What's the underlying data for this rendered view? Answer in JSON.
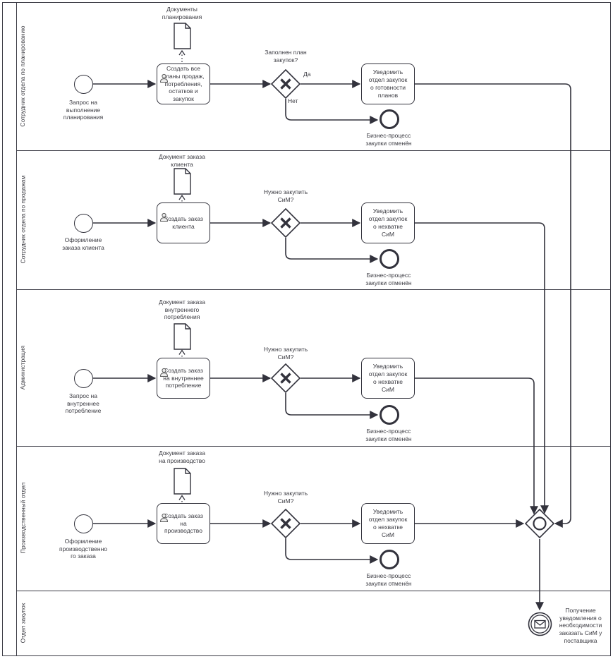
{
  "diagram_type": "BPMN swimlane process",
  "colors": {
    "stroke": "#32323c",
    "line": "#3a3a44",
    "text": "#3b3b42",
    "fill": "#ffffff"
  },
  "lanes": [
    {
      "name": "Сотрудник отдела по планированию",
      "start_event": "Запрос на\nвыполнение\nпланирования",
      "document": "Документы\nпланирования",
      "create_task": "Создать все\nпланы продаж,\nпотребления,\nостатков и\nзакупок",
      "gateway_question": "Заполнен план\nзакупок?",
      "flow_yes": "Да",
      "flow_no": "Нет",
      "notify_task": "Уведомить\nотдел закупок\nо готовности\nпланов",
      "end_event": "Бизнес-процесс\nзакупки отменён"
    },
    {
      "name": "Сотрудник отдела по продажам",
      "start_event": "Оформление\nзаказа клиента",
      "document": "Документ заказа\nклиента",
      "create_task": "Создать заказ\nклиента",
      "gateway_question": "Нужно закупить\nСиМ?",
      "notify_task": "Уведомить\nотдел закупок\nо нехватке\nСиМ",
      "end_event": "Бизнес-процесс\nзакупки отменён"
    },
    {
      "name": "Администрация",
      "start_event": "Запрос на\nвнутреннее\nпотребление",
      "document": "Документ заказа\nвнутреннего\nпотребления",
      "create_task": "Создать заказ\nна внутреннее\nпотребление",
      "gateway_question": "Нужно закупить\nСиМ?",
      "notify_task": "Уведомить\nотдел закупок\nо нехватке\nСиМ",
      "end_event": "Бизнес-процесс\nзакупки отменён"
    },
    {
      "name": "Производственный отдел",
      "start_event": "Оформление\nпроизводственно\nго заказа",
      "document": "Документ заказа\nна производство",
      "create_task": "Создать заказ\nна\nпроизводство",
      "gateway_question": "Нужно закупить\nСиМ?",
      "notify_task": "Уведомить\nотдел закупок\nо нехватке\nСиМ",
      "end_event": "Бизнес-процесс\nзакупки отменён"
    },
    {
      "name": "Отдел закупок",
      "message_event": "Получение\nуведомления о\nнеобходимости\nзаказать СиМ у\nпоставщика"
    }
  ]
}
